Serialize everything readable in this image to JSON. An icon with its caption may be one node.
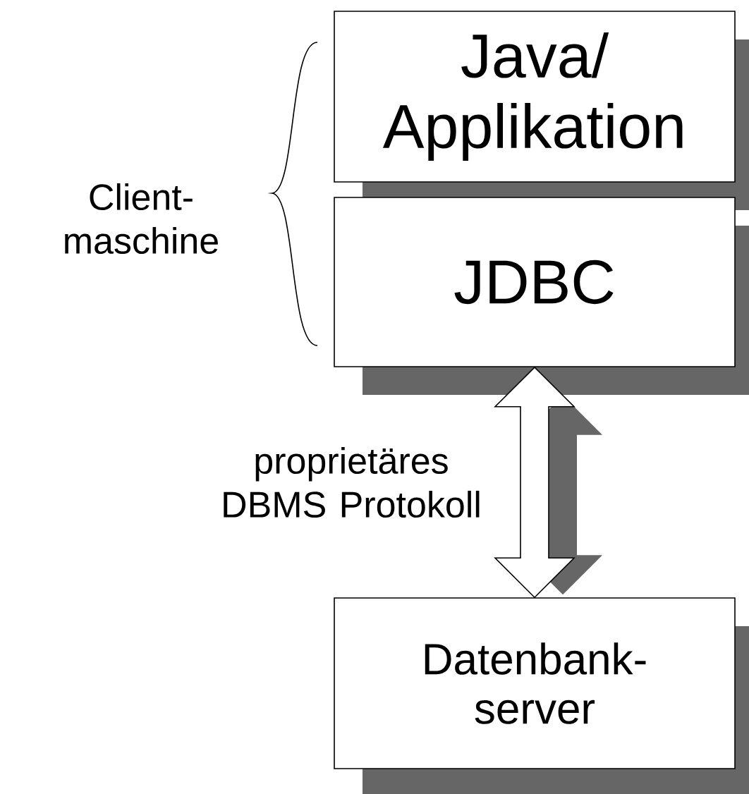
{
  "diagram": {
    "nodes": [
      {
        "text": [
          "Java/ Applikation"
        ]
      },
      {
        "text": [
          "JDBC"
        ]
      },
      {
        "text": [
          "Datenbank- server"
        ]
      }
    ],
    "edges": [
      {
        "from": 1,
        "to": 2,
        "arrow": "both",
        "label": "proprietäres DBMS Protokoll"
      }
    ],
    "labels": [
      "Client- maschine"
    ]
  }
}
